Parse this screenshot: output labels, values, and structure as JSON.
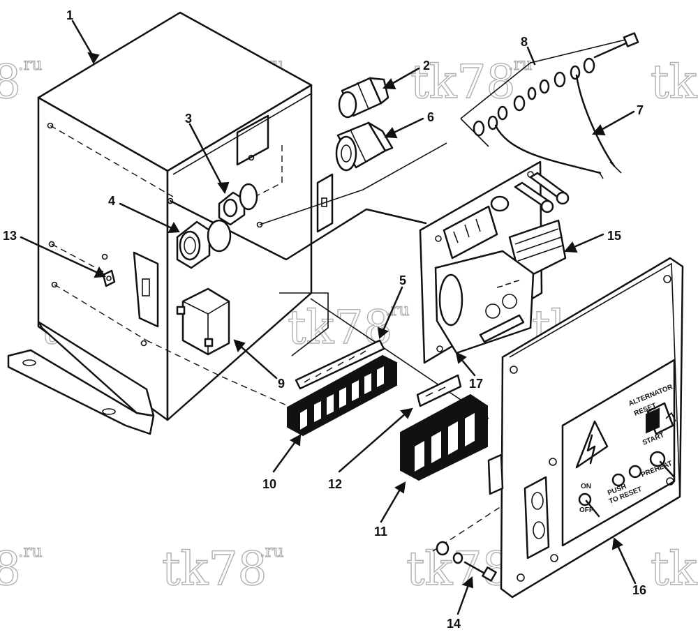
{
  "callouts": [
    {
      "id": "1",
      "label": "1"
    },
    {
      "id": "2",
      "label": "2"
    },
    {
      "id": "3",
      "label": "3"
    },
    {
      "id": "4",
      "label": "4"
    },
    {
      "id": "5",
      "label": "5"
    },
    {
      "id": "6",
      "label": "6"
    },
    {
      "id": "7",
      "label": "7"
    },
    {
      "id": "8",
      "label": "8"
    },
    {
      "id": "9",
      "label": "9"
    },
    {
      "id": "10",
      "label": "10"
    },
    {
      "id": "11",
      "label": "11"
    },
    {
      "id": "12",
      "label": "12"
    },
    {
      "id": "13",
      "label": "13"
    },
    {
      "id": "14",
      "label": "14"
    },
    {
      "id": "15",
      "label": "15"
    },
    {
      "id": "16",
      "label": "16"
    },
    {
      "id": "17",
      "label": "17"
    }
  ],
  "panel_labels": {
    "alternator_1": "ALTERNATOR",
    "alternator_2": "RESET",
    "start_1": "START",
    "start_2": "PREHEAT",
    "push_1": "PUSH",
    "push_2": "TO RESET",
    "on": "ON",
    "off": "OFF"
  },
  "watermark": {
    "main": "tk78",
    "sup": ".ru",
    "partial_left": "8",
    "partial_right": "tk"
  }
}
